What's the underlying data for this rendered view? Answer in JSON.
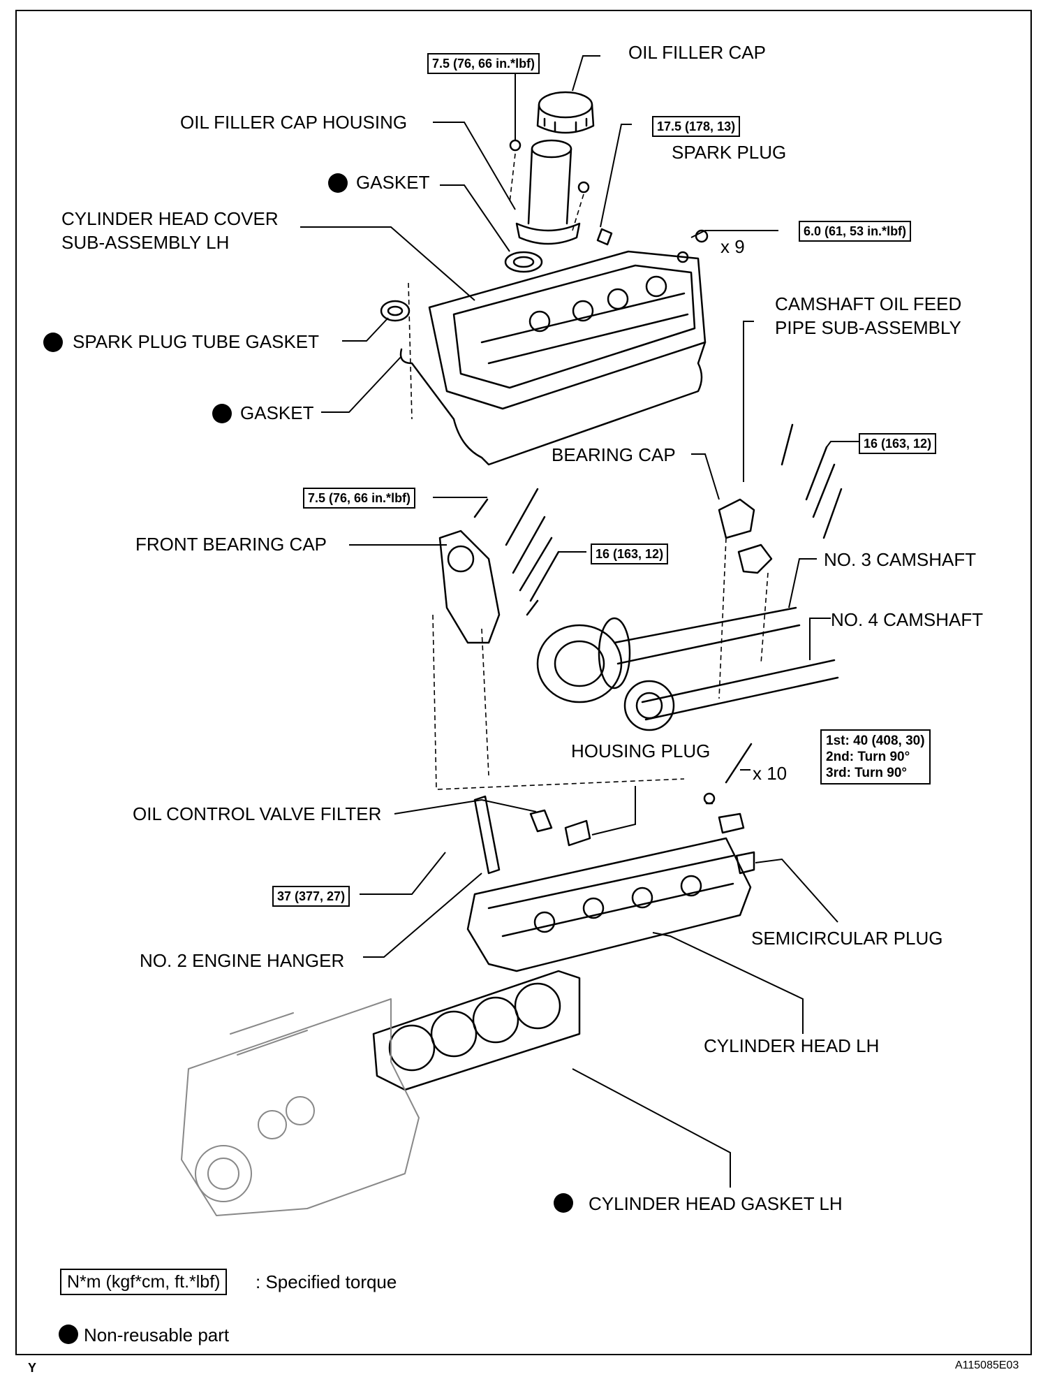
{
  "labels": {
    "oil_filler_cap": "OIL FILLER CAP",
    "oil_filler_cap_housing": "OIL FILLER CAP HOUSING",
    "spark_plug": "SPARK PLUG",
    "gasket_upper": "GASKET",
    "cylinder_head_cover_line1": "CYLINDER HEAD COVER",
    "cylinder_head_cover_line2": "SUB-ASSEMBLY LH",
    "spark_plug_tube_gasket": "SPARK PLUG TUBE GASKET",
    "gasket_lower": "GASKET",
    "camshaft_oil_feed_line1": "CAMSHAFT OIL FEED",
    "camshaft_oil_feed_line2": "PIPE SUB-ASSEMBLY",
    "bearing_cap": "BEARING CAP",
    "front_bearing_cap": "FRONT BEARING CAP",
    "no3_camshaft": "NO. 3 CAMSHAFT",
    "no4_camshaft": "NO. 4 CAMSHAFT",
    "housing_plug": "HOUSING PLUG",
    "oil_control_valve_filter": "OIL CONTROL VALVE FILTER",
    "semicircular_plug": "SEMICIRCULAR PLUG",
    "no2_engine_hanger": "NO. 2 ENGINE HANGER",
    "cylinder_head_lh": "CYLINDER HEAD LH",
    "cylinder_head_gasket_lh": "CYLINDER HEAD GASKET LH"
  },
  "torques": {
    "oil_filler_housing": "7.5 (76, 66 in.*lbf)",
    "spark_plug": "17.5 (178, 13)",
    "head_cover": "6.0 (61, 53 in.*lbf)",
    "bearing_cap": "16 (163, 12)",
    "front_bearing_cap_small": "7.5 (76, 66 in.*lbf)",
    "front_bearing_cap": "16 (163, 12)",
    "engine_hanger": "37 (377, 27)",
    "head_bolt_1": "1st: 40 (408, 30)",
    "head_bolt_2": "2nd: Turn 90°",
    "head_bolt_3": "3rd: Turn 90°"
  },
  "quantities": {
    "head_cover_bolts": "x 9",
    "head_bolts": "x 10"
  },
  "legend": {
    "torque_box": "N*m (kgf*cm, ft.*lbf)",
    "torque_text": ": Specified torque",
    "nonreusable": "Non-reusable part"
  },
  "corner": {
    "left": "Y",
    "right": "A115085E03"
  }
}
